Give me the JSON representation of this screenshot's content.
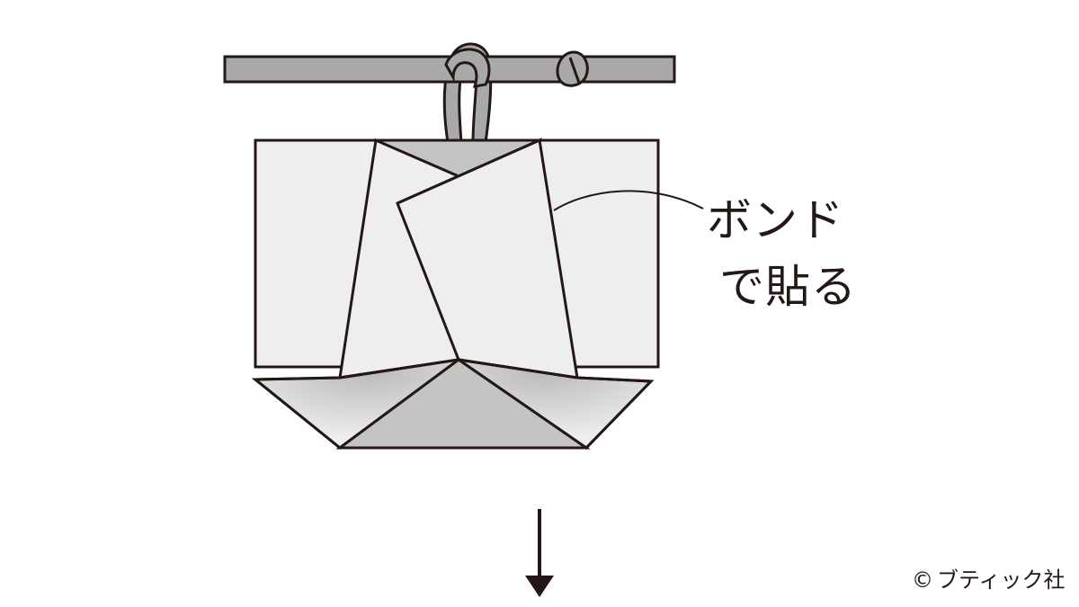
{
  "annotation": {
    "line1": "ボンド",
    "line2": "で貼る"
  },
  "copyright": {
    "symbol": "©",
    "text": "ブティック社"
  },
  "colors": {
    "outline": "#231815",
    "rod": "#a9a9a9",
    "paper": "#eeeeee",
    "shadow": "#c4c4c4"
  }
}
